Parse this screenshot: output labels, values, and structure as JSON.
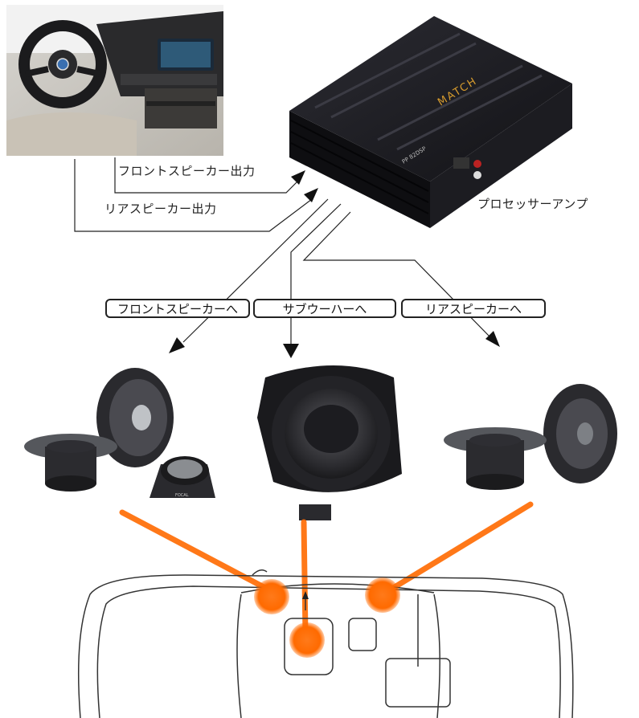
{
  "labels": {
    "front_output": "フロントスピーカー出力",
    "rear_output": "リアスピーカー出力",
    "processor_amp": "プロセッサーアンプ"
  },
  "amp": {
    "brand": "MATCH",
    "model": "PP 82DSP"
  },
  "destinations": {
    "front": "フロントスピーカーへ",
    "sub": "サブウーハーへ",
    "rear": "リアスピーカーへ"
  },
  "speakers": {
    "tweeter_brand": "FOCAL"
  },
  "colors": {
    "accent_orange": "#ff6a00",
    "line": "#222222",
    "amp_body": "#17171b"
  }
}
